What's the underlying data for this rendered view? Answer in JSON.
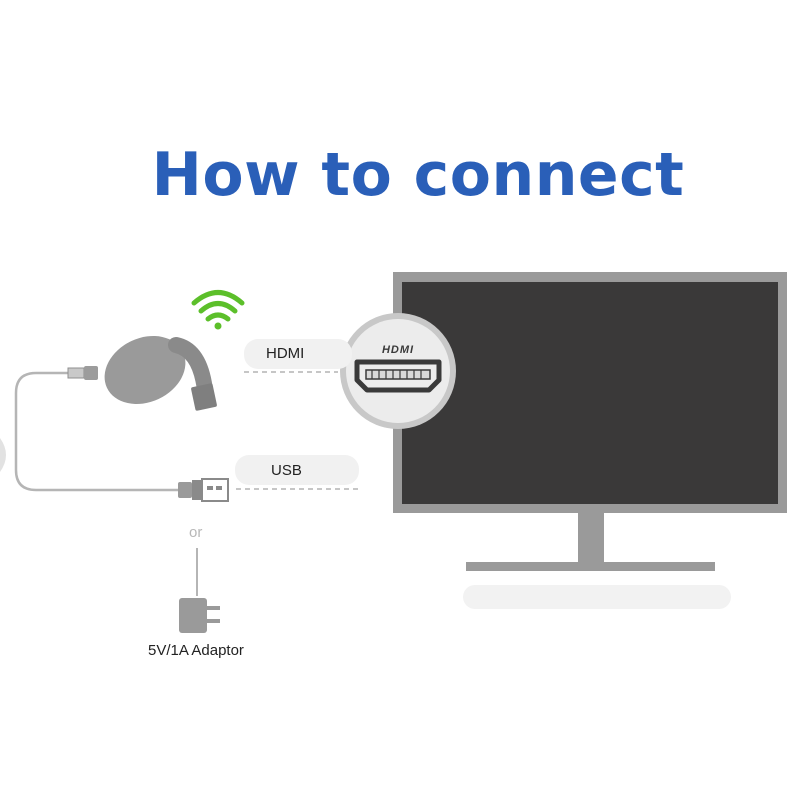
{
  "title": "How to connect",
  "hdmi_label": "HDMI",
  "usb_label": "USB",
  "or_label": "or",
  "adaptor_label": "5V/1A Adaptor",
  "port_label": "HDMI",
  "colors": {
    "title": "#2a5fb8",
    "wifi": "#5cbf2a",
    "device": "#8f8f8f",
    "tv_bezel": "#9a9a9a",
    "tv_screen": "#3a3939",
    "pill_bg": "#f1f1f1"
  },
  "icons": [
    "wifi-icon",
    "dongle-icon",
    "usb-plug-icon",
    "power-adapter-icon",
    "tv-icon",
    "hdmi-port-icon"
  ]
}
